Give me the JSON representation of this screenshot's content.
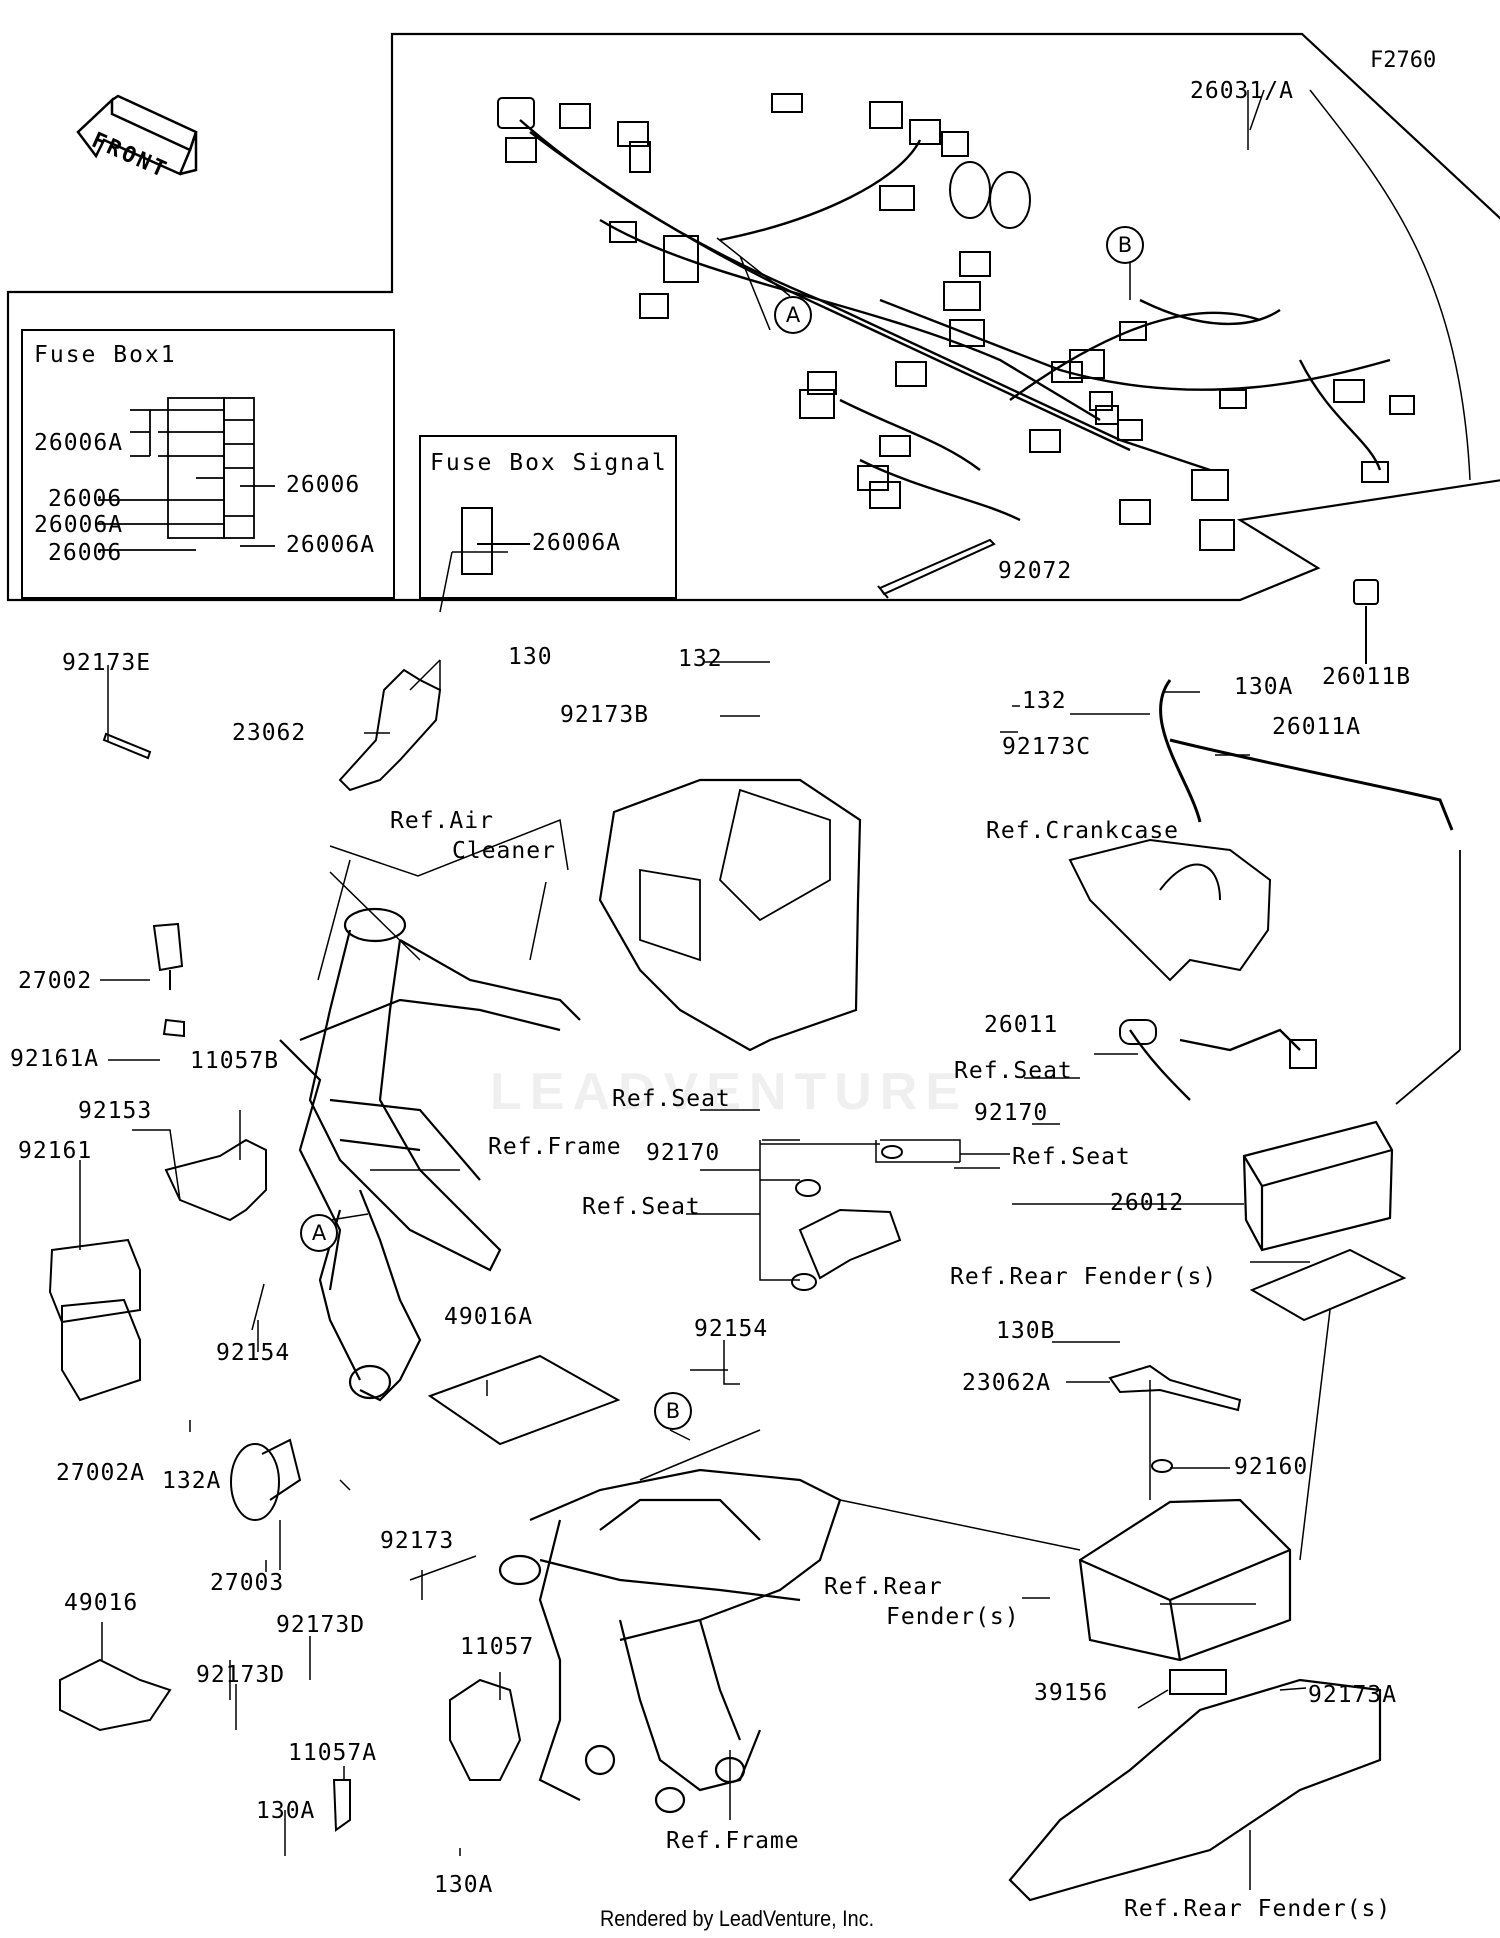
{
  "figure_id": "F2760",
  "front_label": "FRONT",
  "watermark": "LEADVENTURE",
  "footer": "Rendered by LeadVenture, Inc.",
  "fuse_box1": {
    "title": "Fuse Box1",
    "labels": [
      "26006A",
      "26006",
      "26006A",
      "26006",
      "26006",
      "26006A"
    ]
  },
  "fuse_box_signal": {
    "title": "Fuse Box Signal",
    "label": "26006A"
  },
  "callouts": {
    "A": "A",
    "B": "B"
  },
  "parts": {
    "p26031A": "26031/A",
    "p92072": "92072",
    "p26011B": "26011B",
    "p92173E": "92173E",
    "p130": "130",
    "p23062": "23062",
    "p132a": "132",
    "p92173B": "92173B",
    "p132b": "132",
    "p92173C": "92173C",
    "p130A_top": "130A",
    "p26011A": "26011A",
    "ref_air_cleaner_1": "Ref.Air",
    "ref_air_cleaner_2": "Cleaner",
    "ref_crankcase": "Ref.Crankcase",
    "p27002": "27002",
    "p92161A": "92161A",
    "p92153": "92153",
    "p11057B": "11057B",
    "p92161": "92161",
    "ref_frame_1": "Ref.Frame",
    "p26011": "26011",
    "ref_seat_1": "Ref.Seat",
    "ref_seat_2": "Ref.Seat",
    "p92170a": "92170",
    "p92170b": "92170",
    "ref_seat_3": "Ref.Seat",
    "ref_seat_4": "Ref.Seat",
    "p26012": "26012",
    "ref_rear_fender_1": "Ref.Rear Fender(s)",
    "p92154a": "92154",
    "p49016A": "49016A",
    "p92154b": "92154",
    "p130B": "130B",
    "p23062A": "23062A",
    "p27002A": "27002A",
    "p132A": "132A",
    "p92160": "92160",
    "p27003": "27003",
    "p92173": "92173",
    "ref_rear_fender_2a": "Ref.Rear",
    "ref_rear_fender_2b": "Fender(s)",
    "p49016": "49016",
    "p92173D_a": "92173D",
    "p11057": "11057",
    "p92173D_b": "92173D",
    "p11057A": "11057A",
    "p39156": "39156",
    "p92173A": "92173A",
    "p130A_a": "130A",
    "ref_frame_2": "Ref.Frame",
    "p130A_b": "130A",
    "ref_rear_fender_3": "Ref.Rear Fender(s)"
  }
}
